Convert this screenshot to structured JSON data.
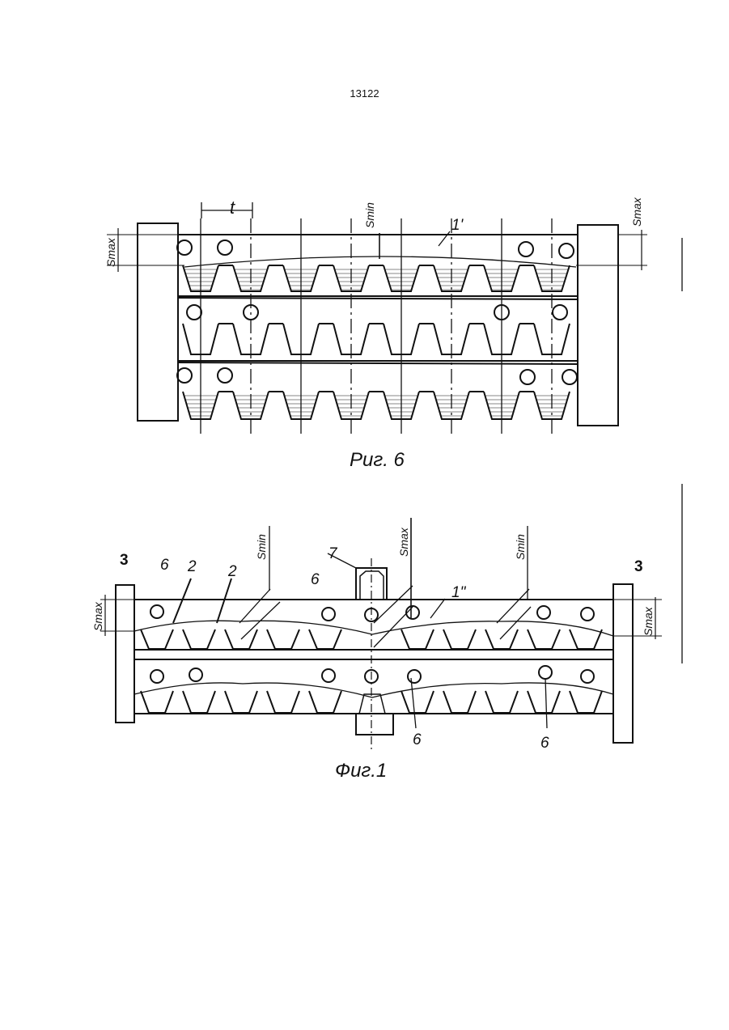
{
  "page_number": "13122",
  "figure_6": {
    "caption": "Риг. 6",
    "labels": {
      "t": "t",
      "smin": "Smin",
      "smax_left": "Smax",
      "smax_right": "Smax",
      "part": "1'"
    }
  },
  "figure_1": {
    "caption": "Фиг.1",
    "labels": {
      "three_left": "3",
      "three_right": "3",
      "six_a": "6",
      "two_a": "2",
      "two_b": "2",
      "six_b": "6",
      "seven": "7",
      "part": "1\"",
      "six_c": "6",
      "six_d": "6",
      "smin_a": "Smin",
      "smax_top": "Smax",
      "smin_b": "Smin",
      "smax_left": "Smax",
      "smax_right": "Smax"
    }
  }
}
